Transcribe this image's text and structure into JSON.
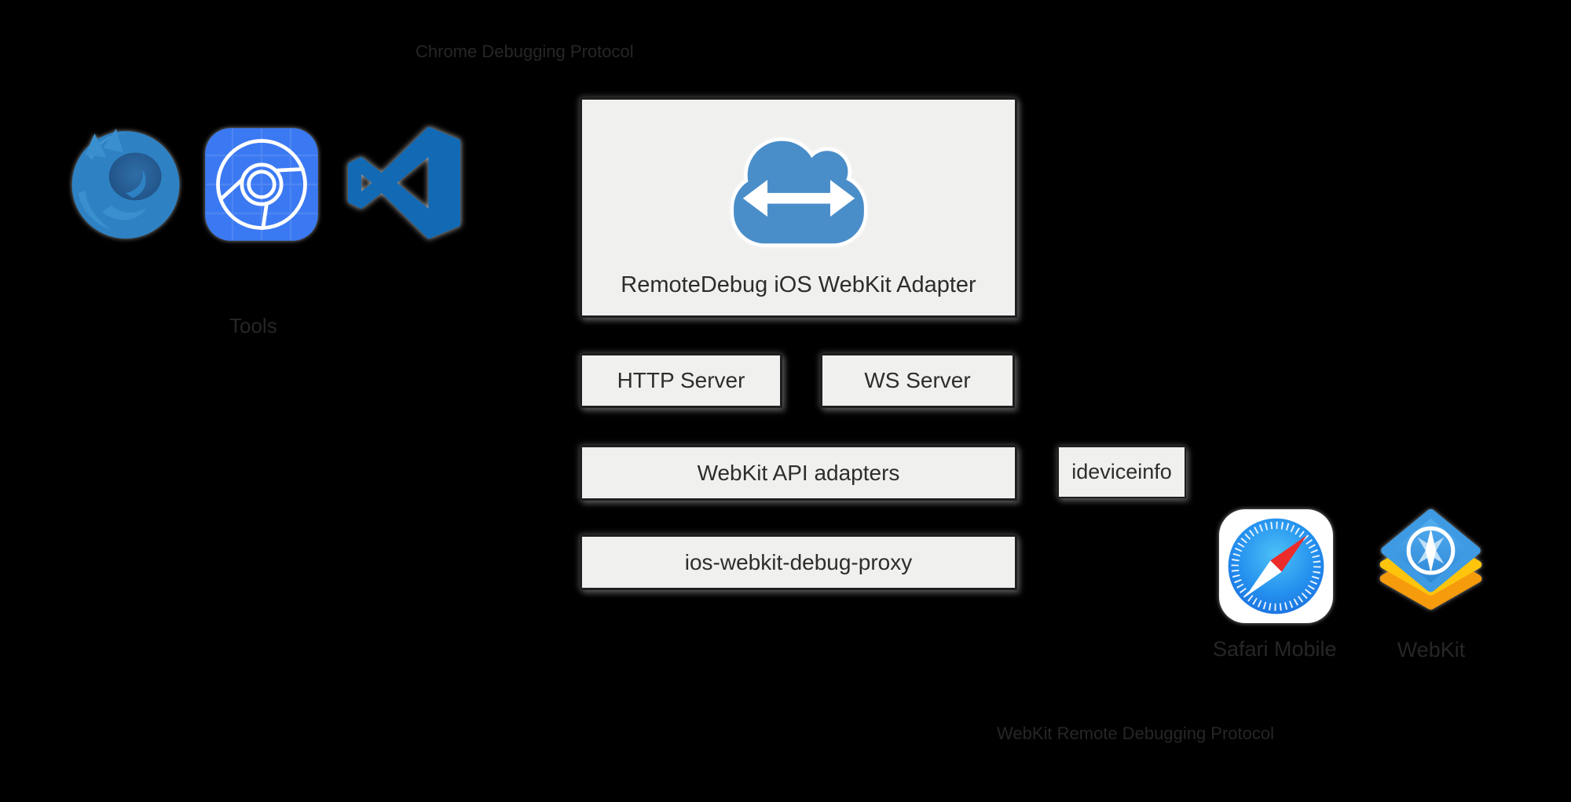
{
  "labels": {
    "chrome_protocol": "Chrome Debugging Protocol",
    "tools": "Tools",
    "safari_mobile": "Safari Mobile",
    "webkit": "WebKit",
    "webkit_protocol": "WebKit Remote Debugging Protocol"
  },
  "adapter": {
    "title": "RemoteDebug iOS WebKit Adapter"
  },
  "boxes": {
    "http": {
      "label": "HTTP Server"
    },
    "ws": {
      "label": "WS Server"
    },
    "webkit_api": {
      "label": "WebKit API adapters"
    },
    "ideviceinfo": {
      "label": "ideviceinfo"
    },
    "proxy": {
      "label": "ios-webkit-debug-proxy"
    }
  },
  "icons": {
    "tools": [
      "firefox-icon",
      "chromium-icon",
      "vscode-icon"
    ],
    "adapter": "cloud-sync-arrows-icon",
    "targets": [
      "safari-icon",
      "webkit-icon"
    ]
  },
  "colors": {
    "background": "#000000",
    "box_fill": "#f0f0ee",
    "box_border": "#1f1f1f",
    "box_text": "#2d2d2d",
    "outside_label_text": "#262626",
    "cloud_blue": "#4a8ec9",
    "chromium_blue": "#3b79f2",
    "vscode_blue": "#1269b4",
    "safari_dial_blue": "#2490ee",
    "safari_needle_red": "#ec2b2b",
    "webkit_layer_orange": "#f59b0c",
    "webkit_layer_yellow": "#ffc50d",
    "webkit_top_blue": "#3e9ae2",
    "firefox_swirl_blue": "#2e82c4",
    "firefox_globe_navy": "#1c4a7c"
  }
}
